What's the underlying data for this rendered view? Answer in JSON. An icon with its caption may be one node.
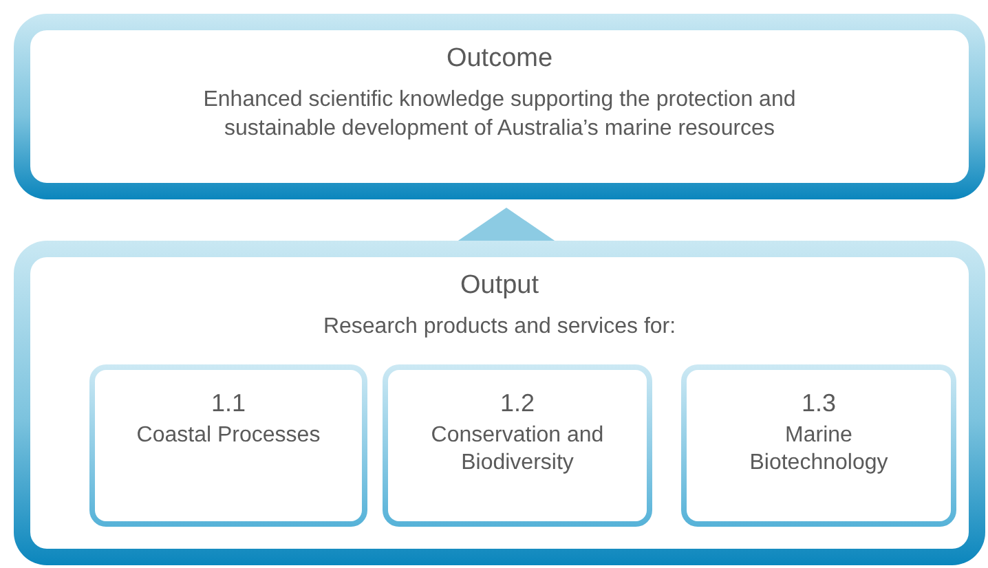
{
  "diagram": {
    "nodes": [
      {
        "text": [
          "Outcome",
          "Enhanced scientific knowledge supporting the protection and sustainable development of Australia’s marine resources"
        ]
      },
      {
        "text": [
          "Output",
          "Research products and services for:"
        ]
      },
      {
        "text": [
          "1.1",
          "Coastal Processes"
        ],
        "in": 1
      },
      {
        "text": [
          "1.2",
          "Conservation and Biodiversity"
        ],
        "in": 1
      },
      {
        "text": [
          "1.3",
          "Marine Biotechnology"
        ],
        "in": 1
      }
    ],
    "edges": [
      {
        "from": 1,
        "to": 0,
        "arrow": "to"
      }
    ]
  }
}
